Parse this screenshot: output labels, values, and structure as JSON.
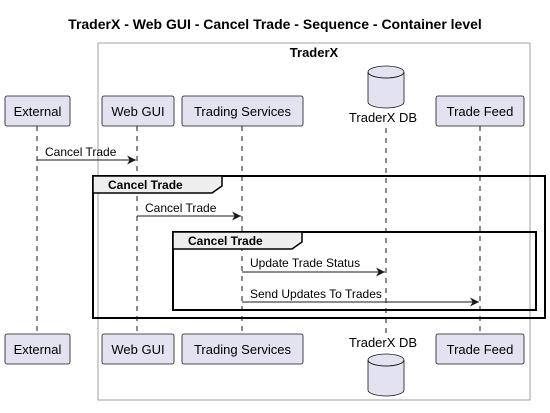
{
  "title": "TraderX - Web GUI - Cancel Trade - Sequence - Container level",
  "box": {
    "label": "TraderX"
  },
  "participants": [
    {
      "id": "external",
      "label": "External",
      "kind": "participant"
    },
    {
      "id": "webgui",
      "label": "Web GUI",
      "kind": "participant"
    },
    {
      "id": "trading",
      "label": "Trading Services",
      "kind": "participant"
    },
    {
      "id": "db",
      "label": "TraderX DB",
      "kind": "database"
    },
    {
      "id": "feed",
      "label": "Trade Feed",
      "kind": "participant"
    }
  ],
  "messages": [
    {
      "from": "External",
      "to": "Web GUI",
      "label": "Cancel Trade"
    },
    {
      "from": "Web GUI",
      "to": "Trading Services",
      "label": "Cancel Trade"
    },
    {
      "from": "Trading Services",
      "to": "TraderX DB",
      "label": "Update Trade Status"
    },
    {
      "from": "Trading Services",
      "to": "Trade Feed",
      "label": "Send Updates To Trades"
    }
  ],
  "fragments": [
    {
      "label": "Cancel Trade"
    },
    {
      "label": "Cancel Trade"
    }
  ],
  "colors": {
    "participant_fill": "#E2E2F0",
    "participant_border": "#181818",
    "lifeline": "#181818",
    "box_border": "#a0a0a0",
    "fragment_tab": "#EEEEEE"
  }
}
